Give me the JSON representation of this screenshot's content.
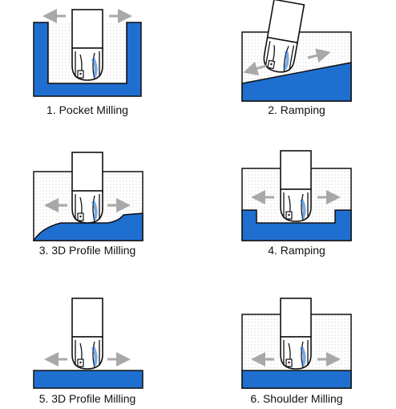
{
  "colors": {
    "workpiece_blue": "#1f6fd1",
    "stock_dots": "#c9c9c9",
    "arrow_gray": "#a8a8a8",
    "outline": "#111111"
  },
  "panels": [
    {
      "id": "p1",
      "caption": "1. Pocket Milling"
    },
    {
      "id": "p2",
      "caption": "2. Ramping"
    },
    {
      "id": "p3",
      "caption": "3. 3D Profile Milling"
    },
    {
      "id": "p4",
      "caption": "4. Ramping"
    },
    {
      "id": "p5",
      "caption": "5. 3D Profile Milling"
    },
    {
      "id": "p6",
      "caption": "6. Shoulder Milling"
    }
  ]
}
